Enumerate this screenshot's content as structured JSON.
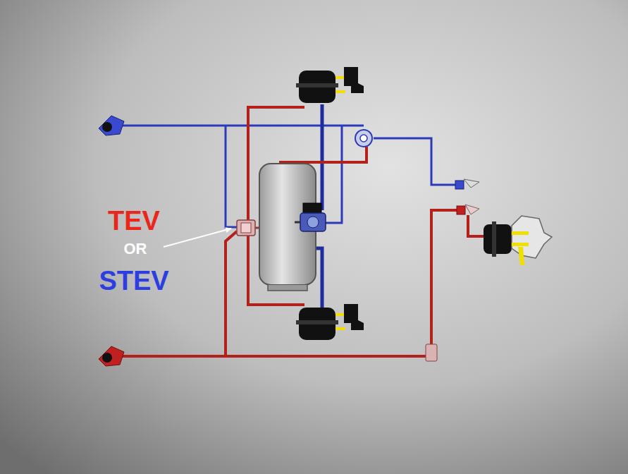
{
  "diagram": {
    "labels": [
      "TEV",
      "OR",
      "STEV"
    ]
  }
}
